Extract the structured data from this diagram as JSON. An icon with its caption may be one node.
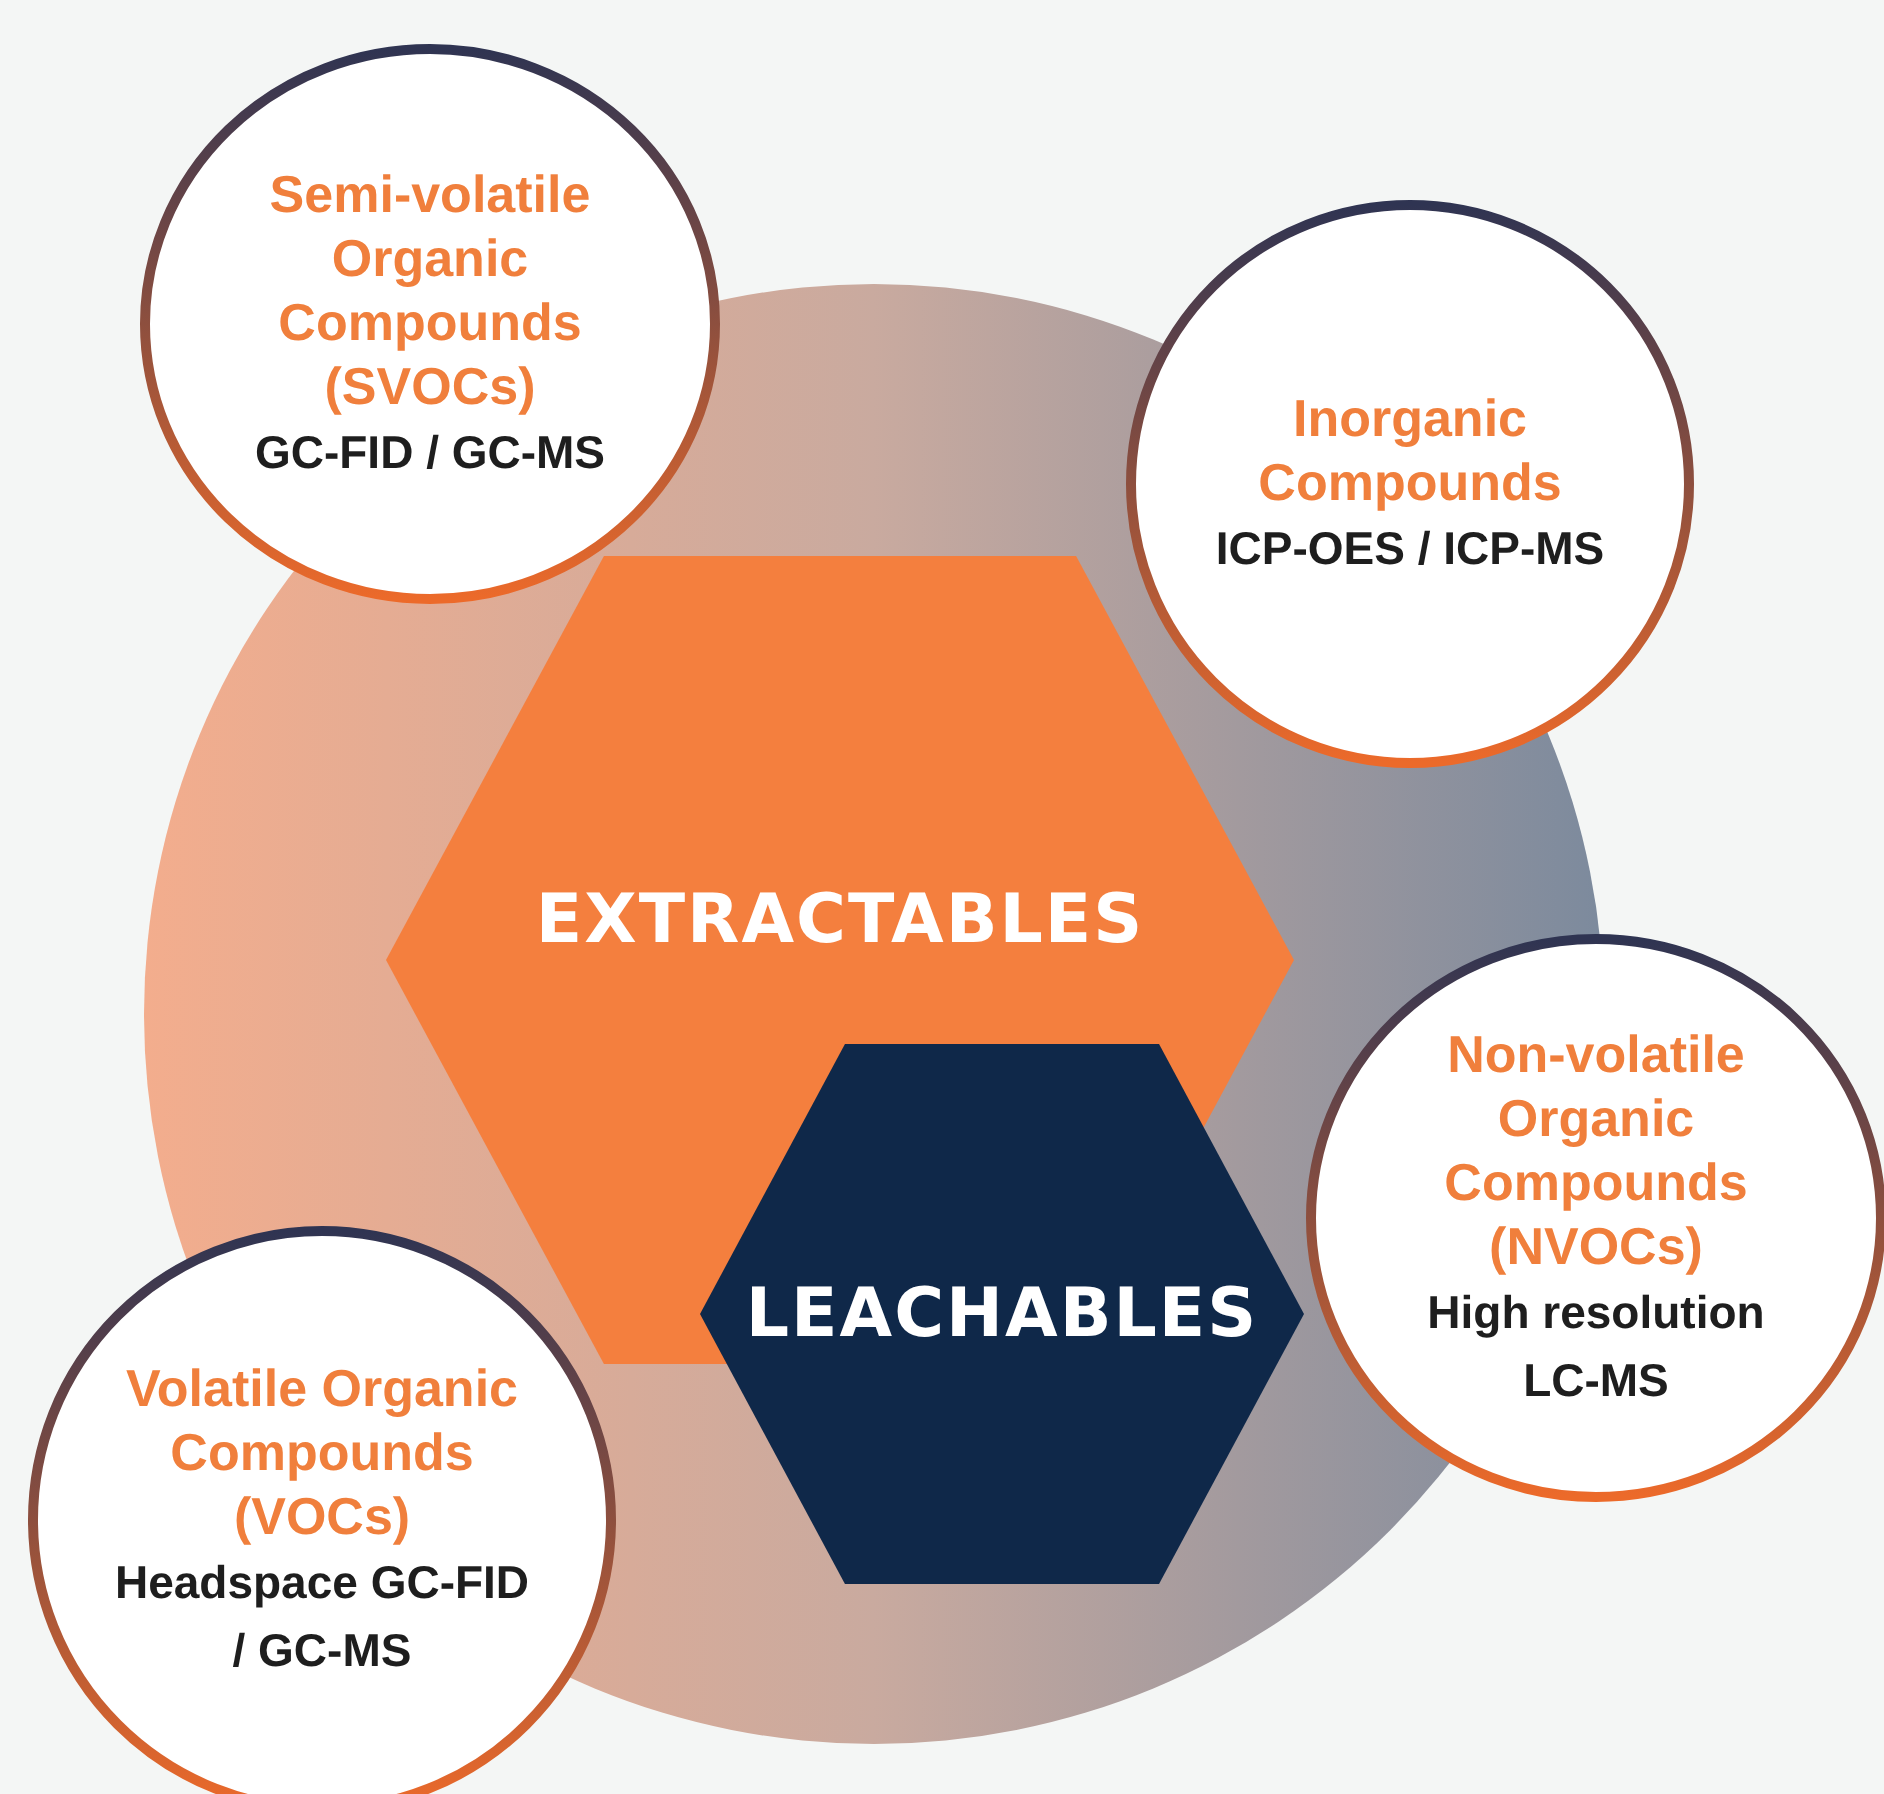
{
  "diagram": {
    "nodes": [
      {
        "text": [],
        "shape": "circle"
      },
      {
        "text": [
          "Semi-volatile Organic Compounds (SVOCs)",
          "GC-FID / GC-MS"
        ]
      },
      {
        "text": [
          "Inorganic Compounds",
          "ICP-OES / ICP-MS"
        ]
      },
      {
        "text": [
          "EXTRACTABLES"
        ],
        "in": 0
      },
      {
        "text": [
          "Non-volatile Organic Compounds (NVOCs)",
          "High resolution LC-MS"
        ]
      },
      {
        "text": [
          "LEACHABLES"
        ],
        "in": 0
      },
      {
        "text": [
          "Volatile Organic Compounds (VOCs)",
          "Headspace GC-FID / GC-MS"
        ]
      }
    ],
    "edges": []
  }
}
